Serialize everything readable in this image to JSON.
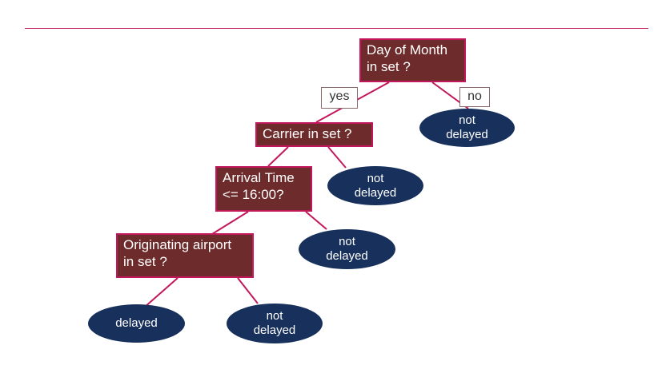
{
  "colors": {
    "decision_fill": "#6e2b2b",
    "decision_border": "#c2185b",
    "leaf_fill": "#17305c",
    "connector": "#c2185b",
    "rule": "#c2185b"
  },
  "branch_labels": {
    "yes": "yes",
    "no": "no"
  },
  "nodes": {
    "root": {
      "line1": "Day of Month",
      "line2": "in set ?"
    },
    "carrier": {
      "line1": "Carrier in set ?"
    },
    "arrival": {
      "line1": "Arrival Time",
      "line2": "<= 16:00?"
    },
    "origin": {
      "line1": "Originating airport",
      "line2": "in set ?"
    }
  },
  "leaves": {
    "root_no": "not\ndelayed",
    "carrier_no": "not\ndelayed",
    "arrival_no": "not\ndelayed",
    "origin_yes": "delayed",
    "origin_no": "not\ndelayed"
  }
}
